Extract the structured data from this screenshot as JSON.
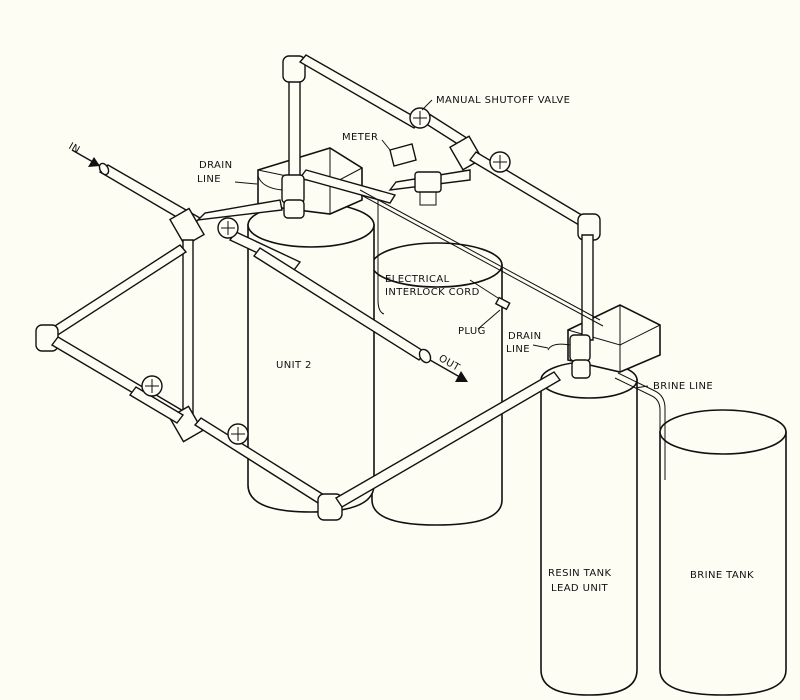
{
  "diagram": {
    "labels": {
      "in": "IN",
      "out": "OUT",
      "manual_shutoff_valve": "MANUAL SHUTOFF VALVE",
      "meter": "METER",
      "drain_line_1a": "DRAIN",
      "drain_line_1b": "LINE",
      "drain_line_2a": "DRAIN",
      "drain_line_2b": "LINE",
      "electrical_interlock_a": "ELECTRICAL",
      "electrical_interlock_b": "INTERLOCK CORD",
      "plug": "PLUG",
      "brine_line": "BRINE LINE",
      "unit_2": "UNIT 2",
      "resin_tank_a": "RESIN TANK",
      "resin_tank_b": "LEAD UNIT",
      "brine_tank": "BRINE TANK"
    },
    "colors": {
      "background": "#fdfdf4",
      "line": "#111111"
    }
  }
}
